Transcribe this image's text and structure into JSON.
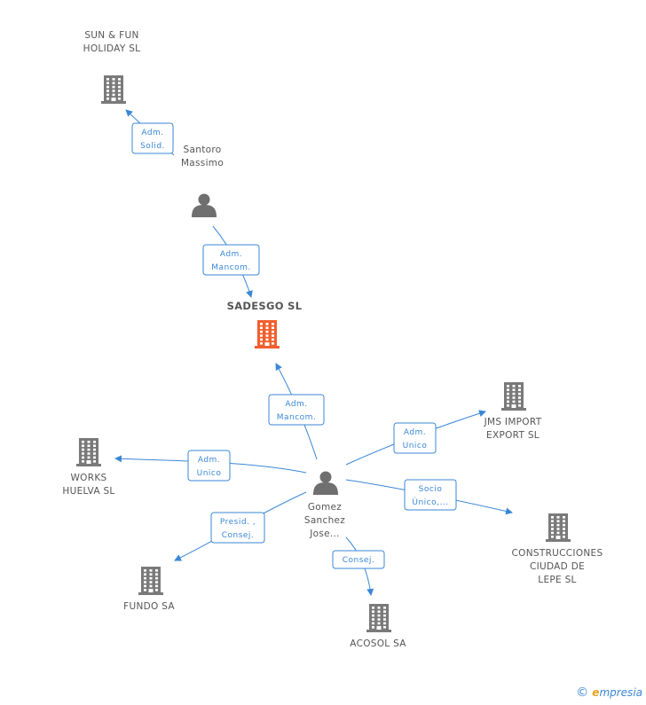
{
  "colors": {
    "company": "#7a7a7a",
    "focus": "#f0602f",
    "person": "#6f6f6f",
    "edge": "#3a87d6"
  },
  "nodes": [
    {
      "id": "sunfun",
      "type": "company",
      "lines": [
        "SUN & FUN",
        "HOLIDAY SL"
      ]
    },
    {
      "id": "santoro",
      "type": "person",
      "lines": [
        "Santoro",
        "Massimo"
      ]
    },
    {
      "id": "sadesgo",
      "type": "company",
      "focus": true,
      "lines": [
        "SADESGO SL"
      ]
    },
    {
      "id": "gomez",
      "type": "person",
      "lines": [
        "Gomez",
        "Sanchez",
        "Jose..."
      ]
    },
    {
      "id": "jms",
      "type": "company",
      "lines": [
        "JMS IMPORT",
        "EXPORT SL"
      ]
    },
    {
      "id": "works",
      "type": "company",
      "lines": [
        "WORKS",
        "HUELVA SL"
      ]
    },
    {
      "id": "construcciones",
      "type": "company",
      "lines": [
        "CONSTRUCCIONES",
        "CIUDAD DE",
        "LEPE SL"
      ]
    },
    {
      "id": "fundo",
      "type": "company",
      "lines": [
        "FUNDO SA"
      ]
    },
    {
      "id": "acosol",
      "type": "company",
      "lines": [
        "ACOSOL SA"
      ]
    }
  ],
  "edges": [
    {
      "id": "santoro-sunfun",
      "label": [
        "Adm.",
        "Solid."
      ]
    },
    {
      "id": "santoro-sadesgo",
      "label": [
        "Adm.",
        "Mancom."
      ]
    },
    {
      "id": "gomez-sadesgo",
      "label": [
        "Adm.",
        "Mancom."
      ]
    },
    {
      "id": "gomez-jms",
      "label": [
        "Adm.",
        "Unico"
      ]
    },
    {
      "id": "gomez-works",
      "label": [
        "Adm.",
        "Unico"
      ]
    },
    {
      "id": "gomez-construcciones",
      "label": [
        "Socio",
        "Único,..."
      ]
    },
    {
      "id": "gomez-fundo",
      "label": [
        "Presid. ,",
        "Consej."
      ]
    },
    {
      "id": "gomez-acosol",
      "label": [
        "Consej."
      ]
    }
  ],
  "footer": {
    "copyright": "©",
    "brand_initial": "e",
    "brand_rest": "mpresia"
  }
}
